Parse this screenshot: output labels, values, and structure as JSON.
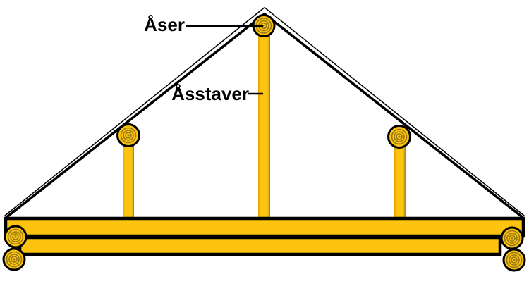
{
  "diagram": {
    "labels": [
      {
        "id": "aser",
        "text": "Åser"
      },
      {
        "id": "asstaver",
        "text": "Åsstaver"
      }
    ],
    "colors": {
      "log_fill": "#FCC30F",
      "outline": "#000000",
      "growth_ring": "#957713",
      "post_edge_left": "#E7A000",
      "post_edge_right": "#93803B",
      "label_color": "#000000",
      "bg": "#FFFFFF"
    }
  }
}
